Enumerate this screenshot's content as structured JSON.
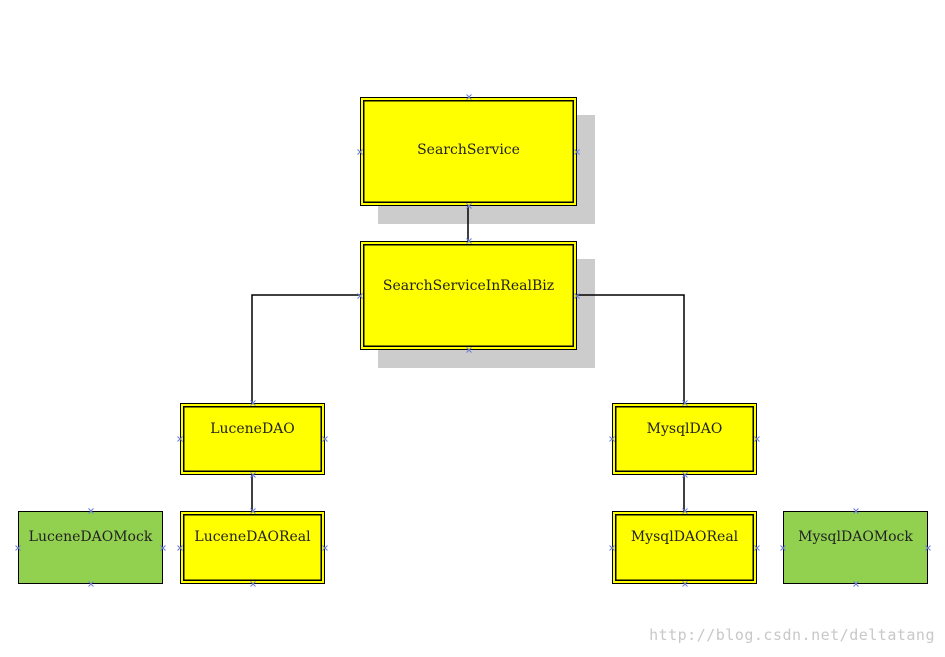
{
  "nodes": {
    "search_service": "SearchService",
    "search_service_in_real_biz": "SearchServiceInRealBiz",
    "lucene_dao": "LuceneDAO",
    "mysql_dao": "MysqlDAO",
    "lucene_dao_mock": "LuceneDAOMock",
    "lucene_dao_real": "LuceneDAOReal",
    "mysql_dao_real": "MysqlDAOReal",
    "mysql_dao_mock": "MysqlDAOMock"
  },
  "colors": {
    "yellow_box": "#ffff00",
    "green_box": "#92d050",
    "shadow": "#cccccc",
    "connector": "#000000",
    "handle": "#6b7bd6"
  },
  "watermark": "http://blog.csdn.net/deltatang"
}
